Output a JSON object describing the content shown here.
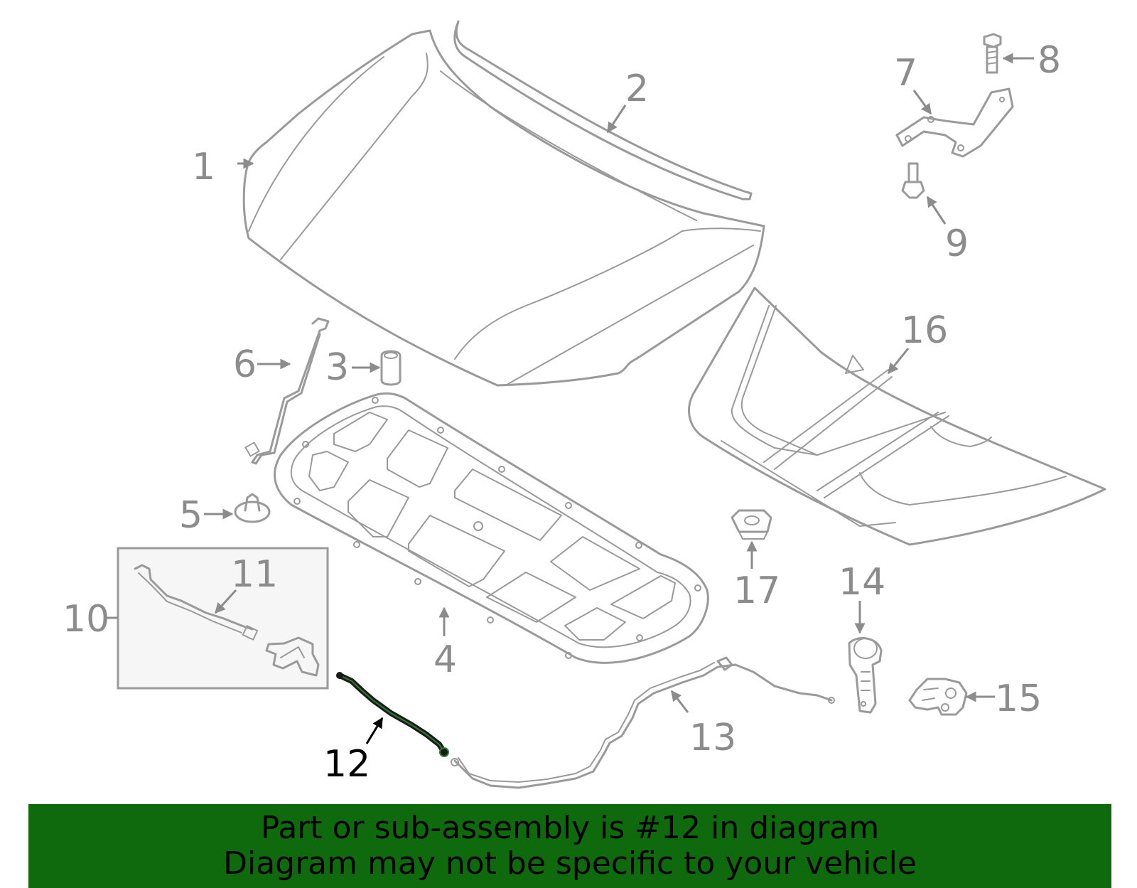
{
  "diagram": {
    "highlight_color": "#1a1a1a",
    "highlight_accent": "#2e7d32",
    "part_color": "#9a9a9a",
    "callouts": [
      {
        "id": "1",
        "label": "1"
      },
      {
        "id": "2",
        "label": "2"
      },
      {
        "id": "3",
        "label": "3"
      },
      {
        "id": "4",
        "label": "4"
      },
      {
        "id": "5",
        "label": "5"
      },
      {
        "id": "6",
        "label": "6"
      },
      {
        "id": "7",
        "label": "7"
      },
      {
        "id": "8",
        "label": "8"
      },
      {
        "id": "9",
        "label": "9"
      },
      {
        "id": "10",
        "label": "10"
      },
      {
        "id": "11",
        "label": "11"
      },
      {
        "id": "12",
        "label": "12"
      },
      {
        "id": "13",
        "label": "13"
      },
      {
        "id": "14",
        "label": "14"
      },
      {
        "id": "15",
        "label": "15"
      },
      {
        "id": "16",
        "label": "16"
      },
      {
        "id": "17",
        "label": "17"
      }
    ],
    "highlighted_part": "12"
  },
  "banner": {
    "background": "#0e6a0c",
    "line1": "Part or sub-assembly is #12 in diagram",
    "line2": "Diagram may not be specific to your vehicle"
  }
}
